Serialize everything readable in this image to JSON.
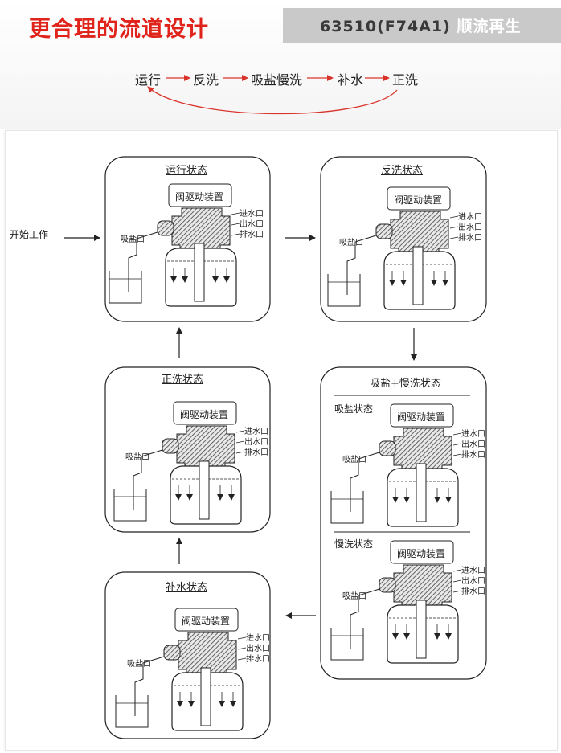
{
  "header": {
    "title": "更合理的流道设计",
    "model_code": "63510(F74A1)",
    "model_suffix": "顺流再生"
  },
  "flow_steps": [
    "运行",
    "反洗",
    "吸盐慢洗",
    "补水",
    "正洗"
  ],
  "start_label": "开始工作",
  "states": {
    "run": "运行状态",
    "backwash": "反洗状态",
    "brine_slow": "吸盐+慢洗状态",
    "brine_sub": "吸盐状态",
    "slow_sub": "慢洗状态",
    "rinse": "正洗状态",
    "refill": "补水状态"
  },
  "labels": {
    "drive": "阀驱动装置",
    "inlet": "进水口",
    "outlet": "出水口",
    "drain": "排水口",
    "brine_port": "吸盐口"
  },
  "colors": {
    "accent_red": "#e0231b",
    "flow_arrow_red": "#d9342b",
    "model_bar": "#c9c9c9"
  }
}
